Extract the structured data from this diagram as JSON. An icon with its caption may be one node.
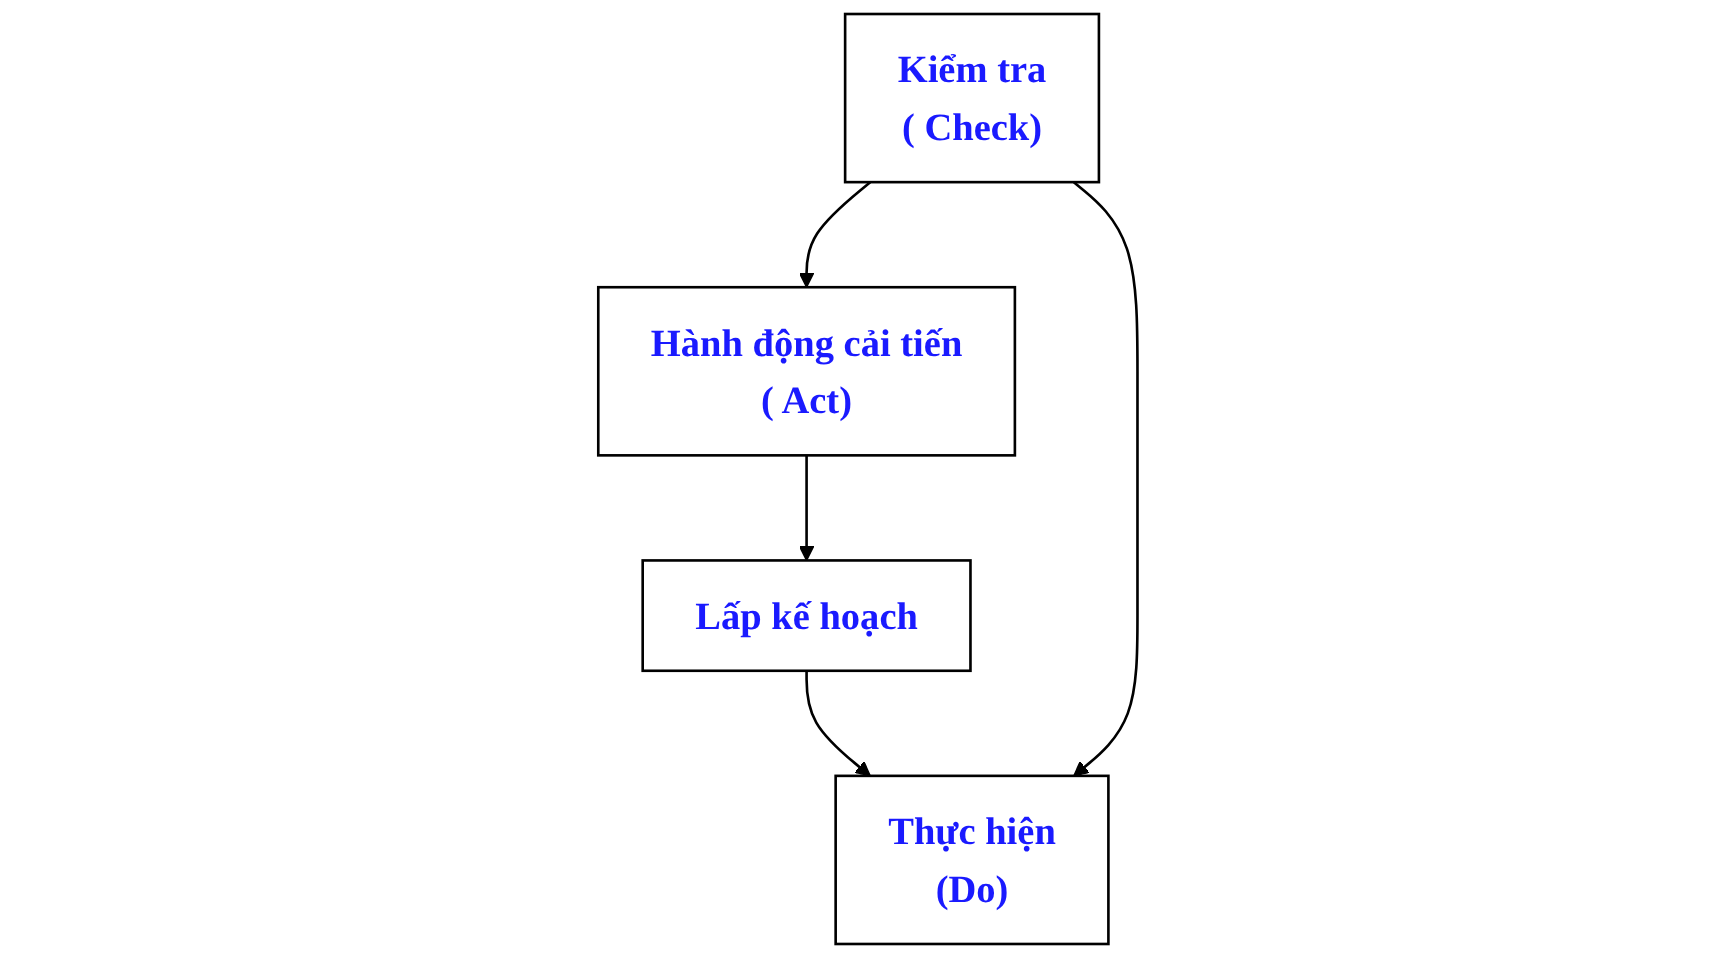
{
  "diagram": {
    "nodes": [
      {
        "text": [
          "Lấp kế hoạch"
        ]
      },
      {
        "text": [
          "Hành động cải tiến",
          "( Act)"
        ]
      },
      {
        "text": [
          "Thực hiện",
          "(Do)"
        ]
      },
      {
        "text": [
          "Kiểm tra",
          "( Check)"
        ]
      }
    ],
    "edges": [
      {
        "from": 1,
        "to": 0,
        "arrow": "to"
      },
      {
        "from": 0,
        "to": 2,
        "arrow": "to"
      },
      {
        "from": 3,
        "to": 2,
        "arrow": "to"
      },
      {
        "from": 3,
        "to": 1,
        "arrow": "to"
      }
    ]
  }
}
